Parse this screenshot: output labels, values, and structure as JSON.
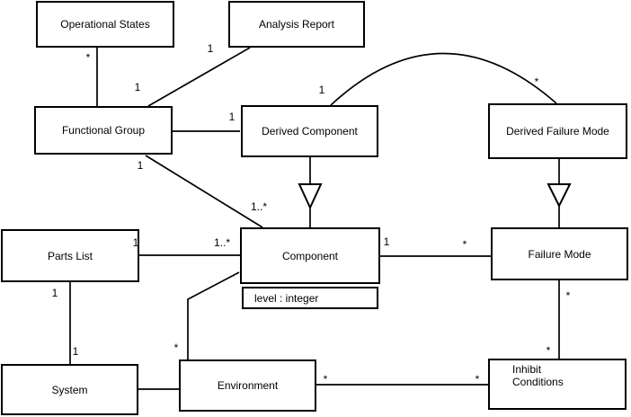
{
  "diagram": {
    "type": "uml-class-diagram",
    "background_color": "#ffffff",
    "line_color": "#000000",
    "classes": [
      {
        "name": "Operational States"
      },
      {
        "name": "Analysis Report"
      },
      {
        "name": "Functional Group"
      },
      {
        "name": "Derived Component"
      },
      {
        "name": "Derived Failure Mode"
      },
      {
        "name": "Parts List"
      },
      {
        "name": "Component",
        "attributes": [
          "level : integer"
        ]
      },
      {
        "name": "Failure Mode"
      },
      {
        "name": "System"
      },
      {
        "name": "Environment"
      },
      {
        "name": "Inhibit Conditions"
      }
    ],
    "associations": [
      {
        "from": "Operational States",
        "to": "Functional Group",
        "labels": [
          {
            "end": "Operational States",
            "text": "*"
          }
        ]
      },
      {
        "from": "Functional Group",
        "to": "Analysis Report",
        "labels": [
          {
            "end": "Functional Group",
            "text": "1"
          },
          {
            "end": "Analysis Report",
            "text": "1"
          }
        ]
      },
      {
        "from": "Functional Group",
        "to": "Derived Component",
        "labels": [
          {
            "end": "Derived Component",
            "text": "1"
          }
        ]
      },
      {
        "from": "Functional Group",
        "to": "Component",
        "labels": [
          {
            "end": "Functional Group",
            "text": "1"
          },
          {
            "end": "Component",
            "text": "1..*"
          }
        ]
      },
      {
        "from": "Derived Component",
        "to": "Derived Failure Mode",
        "shape": "arc",
        "labels": [
          {
            "end": "Derived Component",
            "text": "1"
          },
          {
            "end": "Derived Failure Mode",
            "text": "*"
          }
        ]
      },
      {
        "from": "Derived Component",
        "to": "Component",
        "type": "generalization",
        "labels": []
      },
      {
        "from": "Derived Failure Mode",
        "to": "Failure Mode",
        "type": "generalization",
        "labels": []
      },
      {
        "from": "Parts List",
        "to": "Component",
        "labels": [
          {
            "end": "Parts List",
            "text": "1"
          },
          {
            "end": "Component",
            "text": "1..*"
          }
        ]
      },
      {
        "from": "Component",
        "to": "Failure Mode",
        "labels": [
          {
            "end": "Component",
            "text": "1"
          },
          {
            "end": "Failure Mode",
            "text": "*"
          }
        ]
      },
      {
        "from": "Parts List",
        "to": "System",
        "labels": [
          {
            "end": "Parts List",
            "text": "1"
          },
          {
            "end": "System",
            "text": "1"
          }
        ]
      },
      {
        "from": "System",
        "to": "Environment",
        "labels": []
      },
      {
        "from": "Environment",
        "to": "Component",
        "labels": [
          {
            "end": "Environment",
            "text": "*"
          }
        ]
      },
      {
        "from": "Environment",
        "to": "Inhibit Conditions",
        "labels": [
          {
            "end": "Environment",
            "text": "*"
          },
          {
            "end": "Inhibit Conditions",
            "text": "*"
          }
        ]
      },
      {
        "from": "Failure Mode",
        "to": "Inhibit Conditions",
        "labels": [
          {
            "end": "Failure Mode",
            "text": "*"
          },
          {
            "end": "Inhibit Conditions",
            "text": "*"
          }
        ]
      }
    ]
  }
}
